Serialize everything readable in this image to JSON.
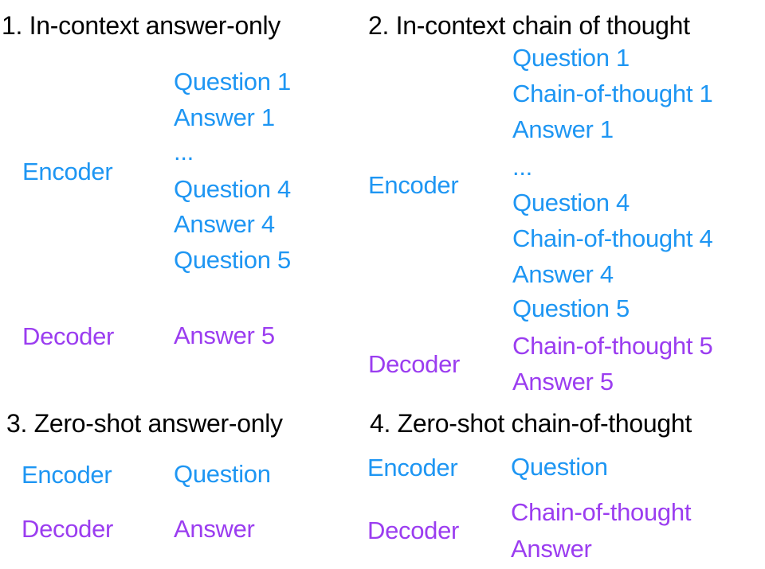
{
  "figure": {
    "colors": {
      "background": "#ffffff",
      "title": "#000000",
      "encoder": "#1e96f3",
      "decoder": "#9b3df0"
    },
    "panels": [
      {
        "title": "1. In-context answer-only",
        "encoder": {
          "label": "Encoder",
          "lines": [
            "Question 1",
            "Answer 1",
            "...",
            "Question 4",
            "Answer 4",
            "Question 5"
          ]
        },
        "decoder": {
          "label": "Decoder",
          "lines": [
            "Answer 5"
          ]
        }
      },
      {
        "title": "2. In-context chain of thought",
        "encoder": {
          "label": "Encoder",
          "lines": [
            "Question 1",
            "Chain-of-thought 1",
            "Answer 1",
            "...",
            "Question 4",
            "Chain-of-thought 4",
            "Answer 4",
            "Question 5"
          ]
        },
        "decoder": {
          "label": "Decoder",
          "lines": [
            "Chain-of-thought 5",
            "Answer 5"
          ]
        }
      },
      {
        "title": "3. Zero-shot answer-only",
        "encoder": {
          "label": "Encoder",
          "lines": [
            "Question"
          ]
        },
        "decoder": {
          "label": "Decoder",
          "lines": [
            "Answer"
          ]
        }
      },
      {
        "title": "4. Zero-shot chain-of-thought",
        "encoder": {
          "label": "Encoder",
          "lines": [
            "Question"
          ]
        },
        "decoder": {
          "label": "Decoder",
          "lines": [
            "Chain-of-thought",
            "Answer"
          ]
        }
      }
    ]
  }
}
